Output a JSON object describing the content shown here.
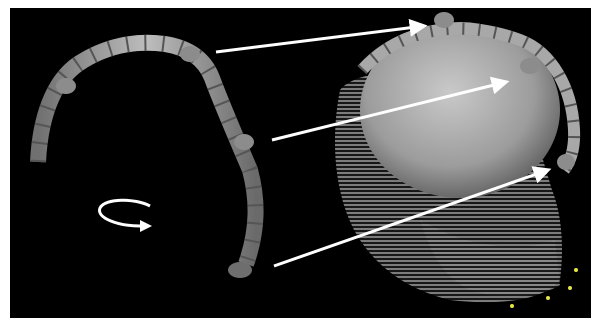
{
  "scene": {
    "background_color": "#000000",
    "page_background": "#ffffff",
    "arrow_color": "#ffffff",
    "implant_color": "#9a9a9a",
    "skull_color": "#9b9b9b",
    "cap_color": "#a7a7a7",
    "objects": [
      "curved-implant-strip",
      "skull-3d-model",
      "rotation-icon",
      "arrow-1",
      "arrow-2",
      "arrow-3"
    ]
  }
}
